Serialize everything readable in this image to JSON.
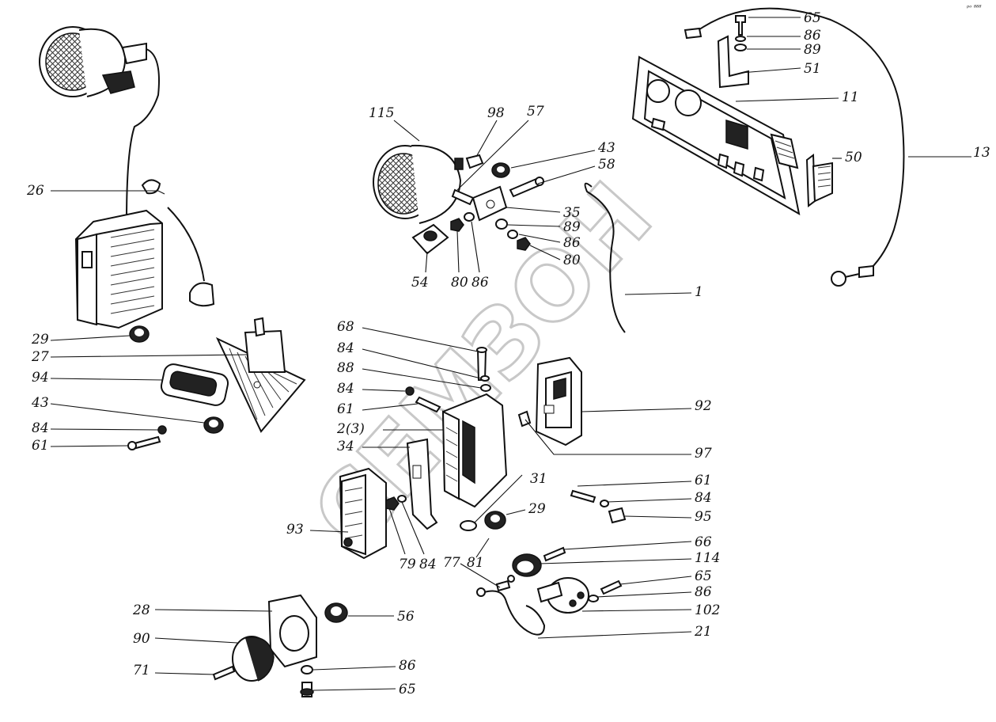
{
  "corner_mark": "ᵖᵒ ⁸⁸⁸",
  "watermark": "СЕМЗОН",
  "labels": [
    "65",
    "86",
    "89",
    "51",
    "11",
    "13",
    "50",
    "115",
    "98",
    "57",
    "43",
    "58",
    "35",
    "89",
    "86",
    "80",
    "54",
    "80",
    "86",
    "1",
    "26",
    "29",
    "27",
    "94",
    "43",
    "84",
    "61",
    "68",
    "84",
    "88",
    "84",
    "61",
    "2(3)",
    "34",
    "92",
    "97",
    "31",
    "29",
    "61",
    "84",
    "95",
    "93",
    "79",
    "84",
    "81",
    "77",
    "66",
    "114",
    "65",
    "86",
    "102",
    "21",
    "28",
    "56",
    "90",
    "86",
    "71",
    "65"
  ]
}
